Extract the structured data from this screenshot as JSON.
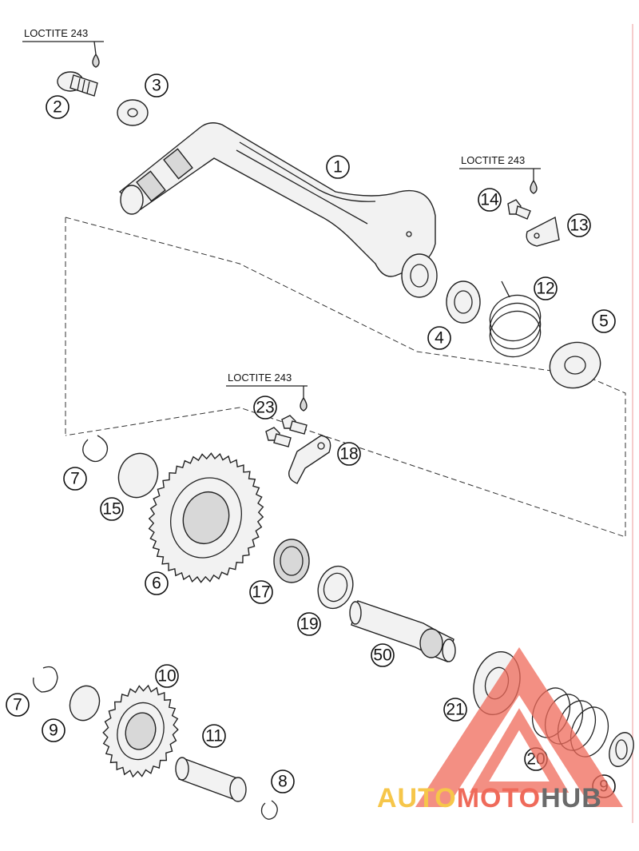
{
  "diagram": {
    "loctite_notes": [
      "LOCTITE 243",
      "LOCTITE 243",
      "LOCTITE 243"
    ],
    "callouts": [
      "1",
      "2",
      "3",
      "4",
      "5",
      "6",
      "7",
      "7",
      "8",
      "9",
      "9",
      "10",
      "11",
      "12",
      "13",
      "14",
      "15",
      "17",
      "18",
      "19",
      "20",
      "21",
      "23",
      "50"
    ]
  },
  "watermark": {
    "part1": "AUTO",
    "part2": "MOTO",
    "part3": "HUB",
    "colors": {
      "yellow": "#f6c64a",
      "red": "#ef6a5a",
      "gray": "#6a6a6a"
    }
  }
}
